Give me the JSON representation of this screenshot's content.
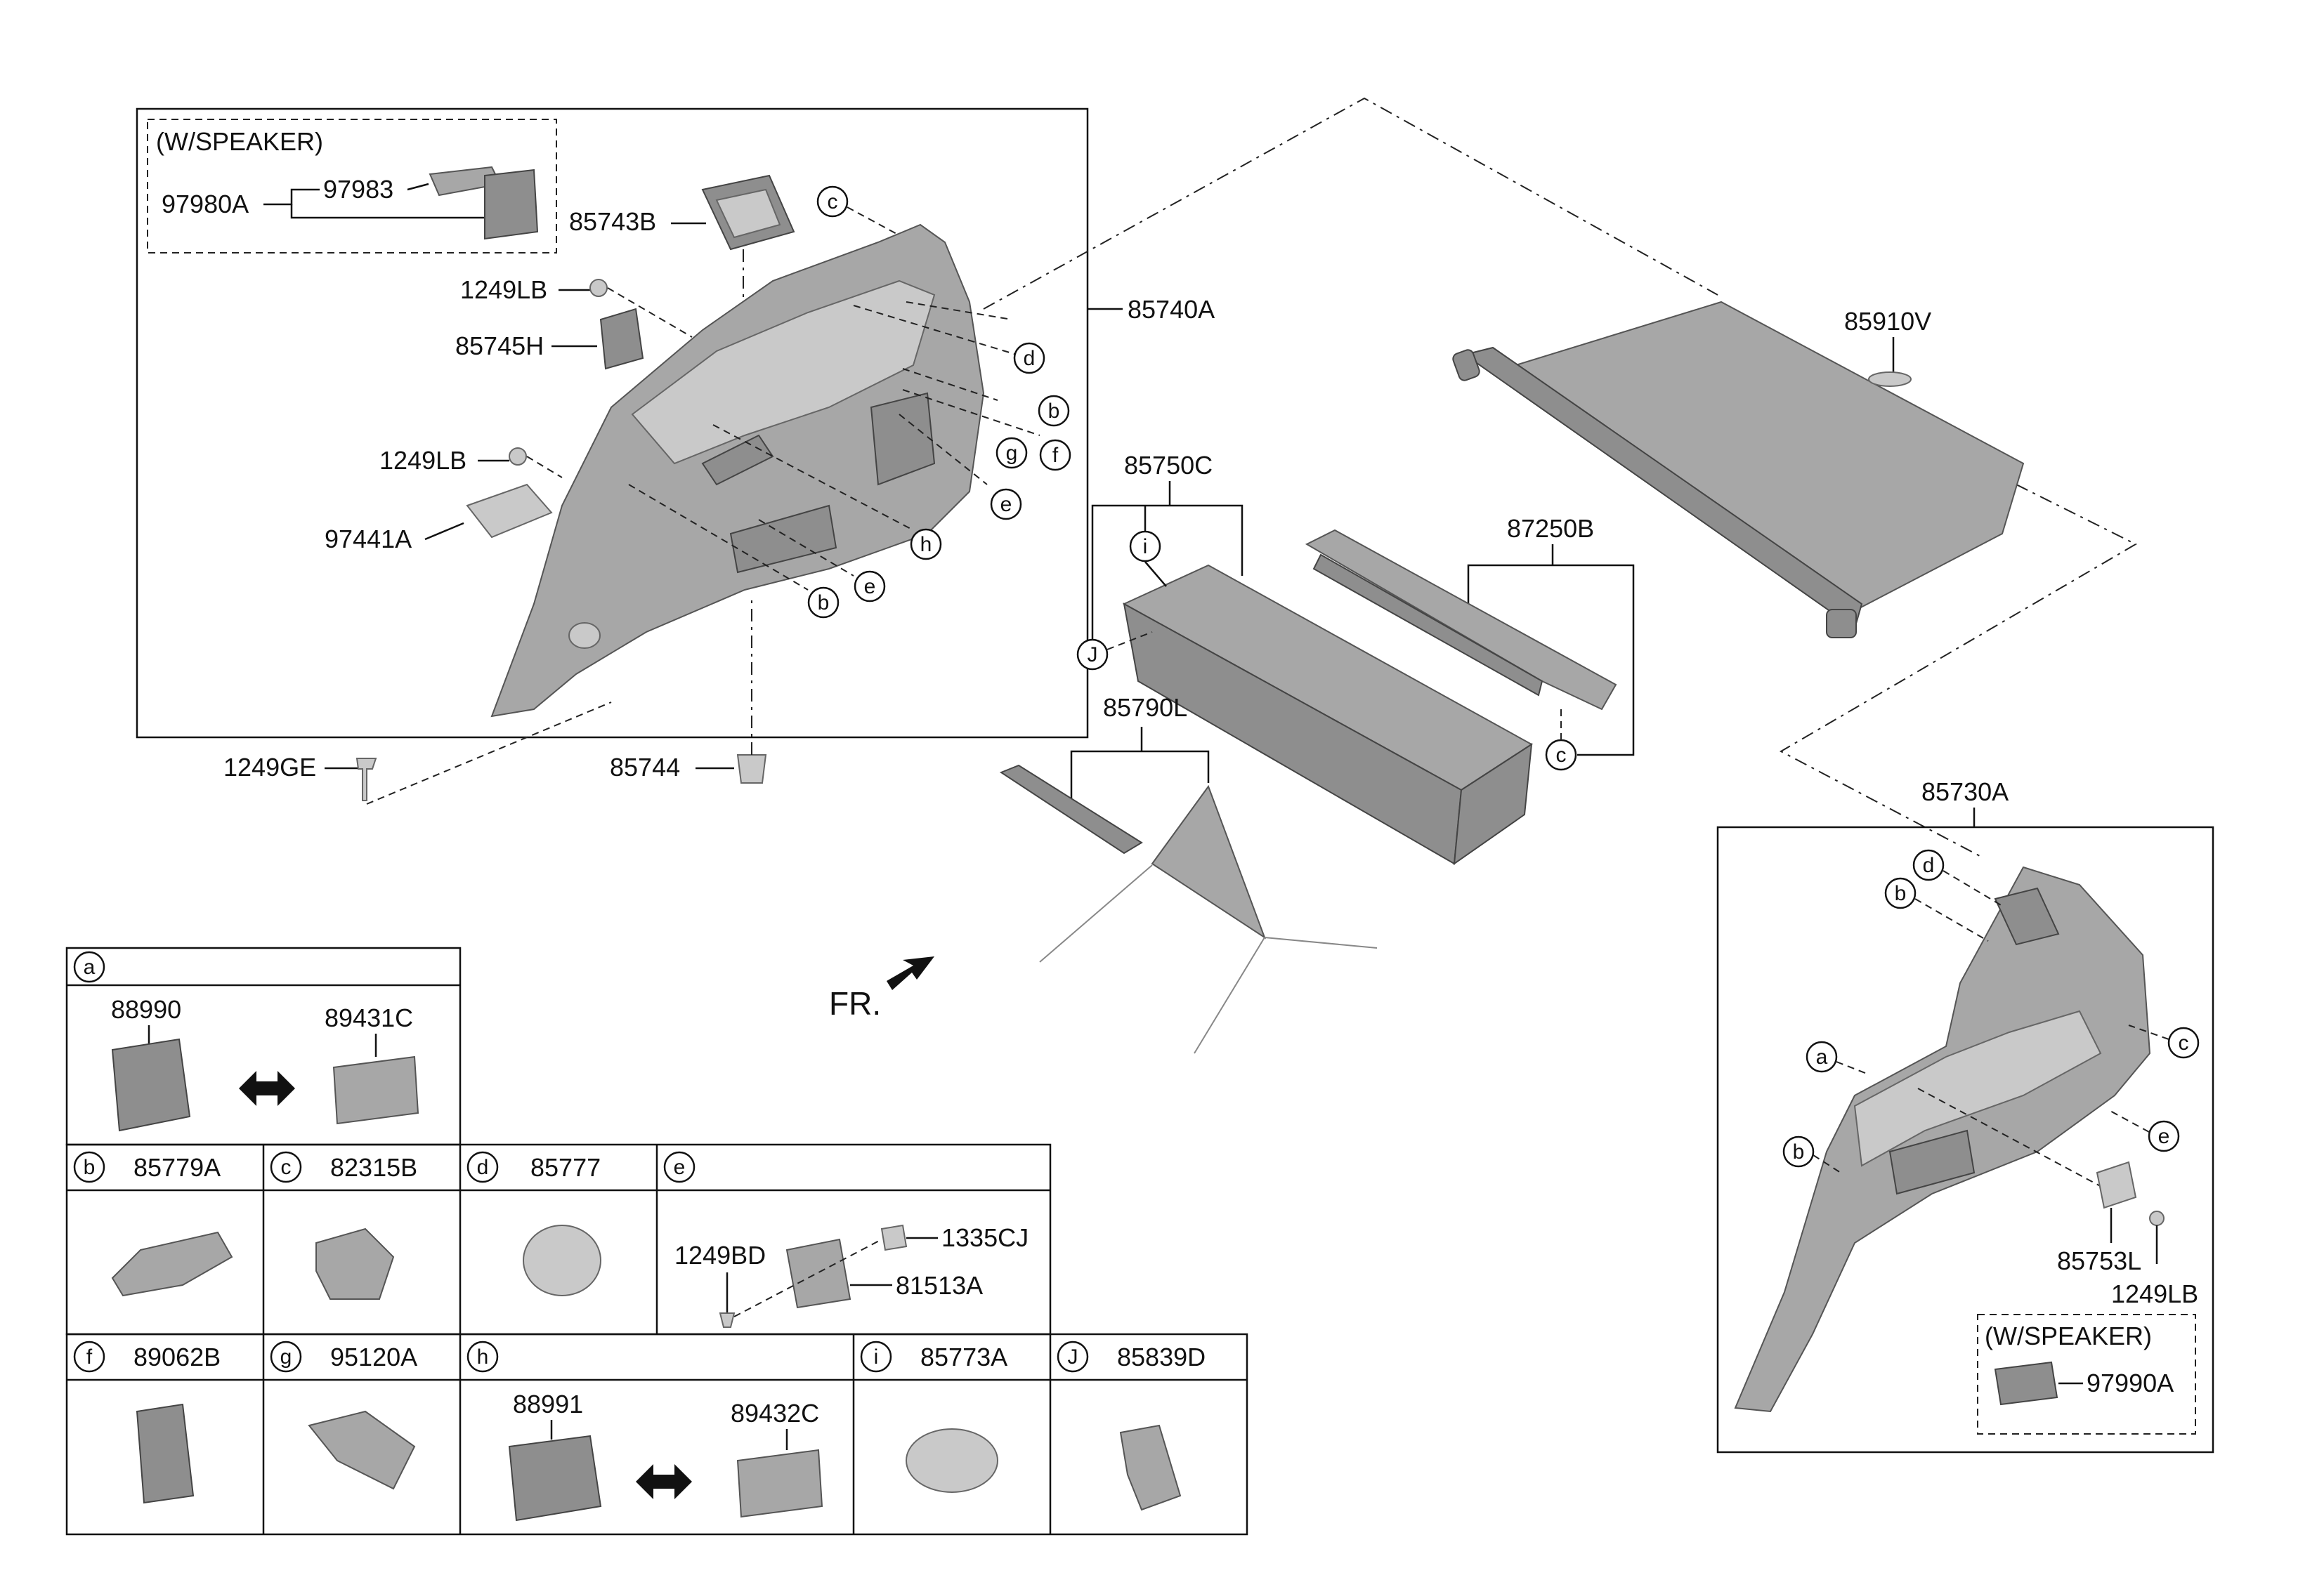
{
  "labels": {
    "ws1": "(W/SPEAKER)",
    "ws2": "(W/SPEAKER)",
    "p97980A": "97980A",
    "p97983": "97983",
    "p85743B": "85743B",
    "p1249LB_a": "1249LB",
    "p85745H": "85745H",
    "p1249LB_b": "1249LB",
    "p97441A": "97441A",
    "p85740A": "85740A",
    "p1249GE": "1249GE",
    "p85744": "85744",
    "p85750C": "85750C",
    "p87250B": "87250B",
    "p85910V": "85910V",
    "p85790L": "85790L",
    "p85730A": "85730A",
    "p85753L": "85753L",
    "p1249LB_c": "1249LB",
    "p97990A": "97990A",
    "fr": "FR."
  },
  "callouts": {
    "c1": "c",
    "d1": "d",
    "b1": "b",
    "g1": "g",
    "f1": "f",
    "e1": "e",
    "h1": "h",
    "e2": "e",
    "b2": "b",
    "i1": "i",
    "j1": "J",
    "c2": "c",
    "d2": "d",
    "b3": "b",
    "a3": "a",
    "c3": "c",
    "e3": "e",
    "b4": "b"
  },
  "table": {
    "a": {
      "letter": "a",
      "left": "88990",
      "right": "89431C"
    },
    "b": {
      "letter": "b",
      "part": "85779A"
    },
    "c": {
      "letter": "c",
      "part": "82315B"
    },
    "d": {
      "letter": "d",
      "part": "85777"
    },
    "e": {
      "letter": "e",
      "p1": "1249BD",
      "p2": "1335CJ",
      "p3": "81513A"
    },
    "f": {
      "letter": "f",
      "part": "89062B"
    },
    "g": {
      "letter": "g",
      "part": "95120A"
    },
    "h": {
      "letter": "h",
      "left": "88991",
      "right": "89432C"
    },
    "i": {
      "letter": "i",
      "part": "85773A"
    },
    "j": {
      "letter": "J",
      "part": "85839D"
    }
  }
}
